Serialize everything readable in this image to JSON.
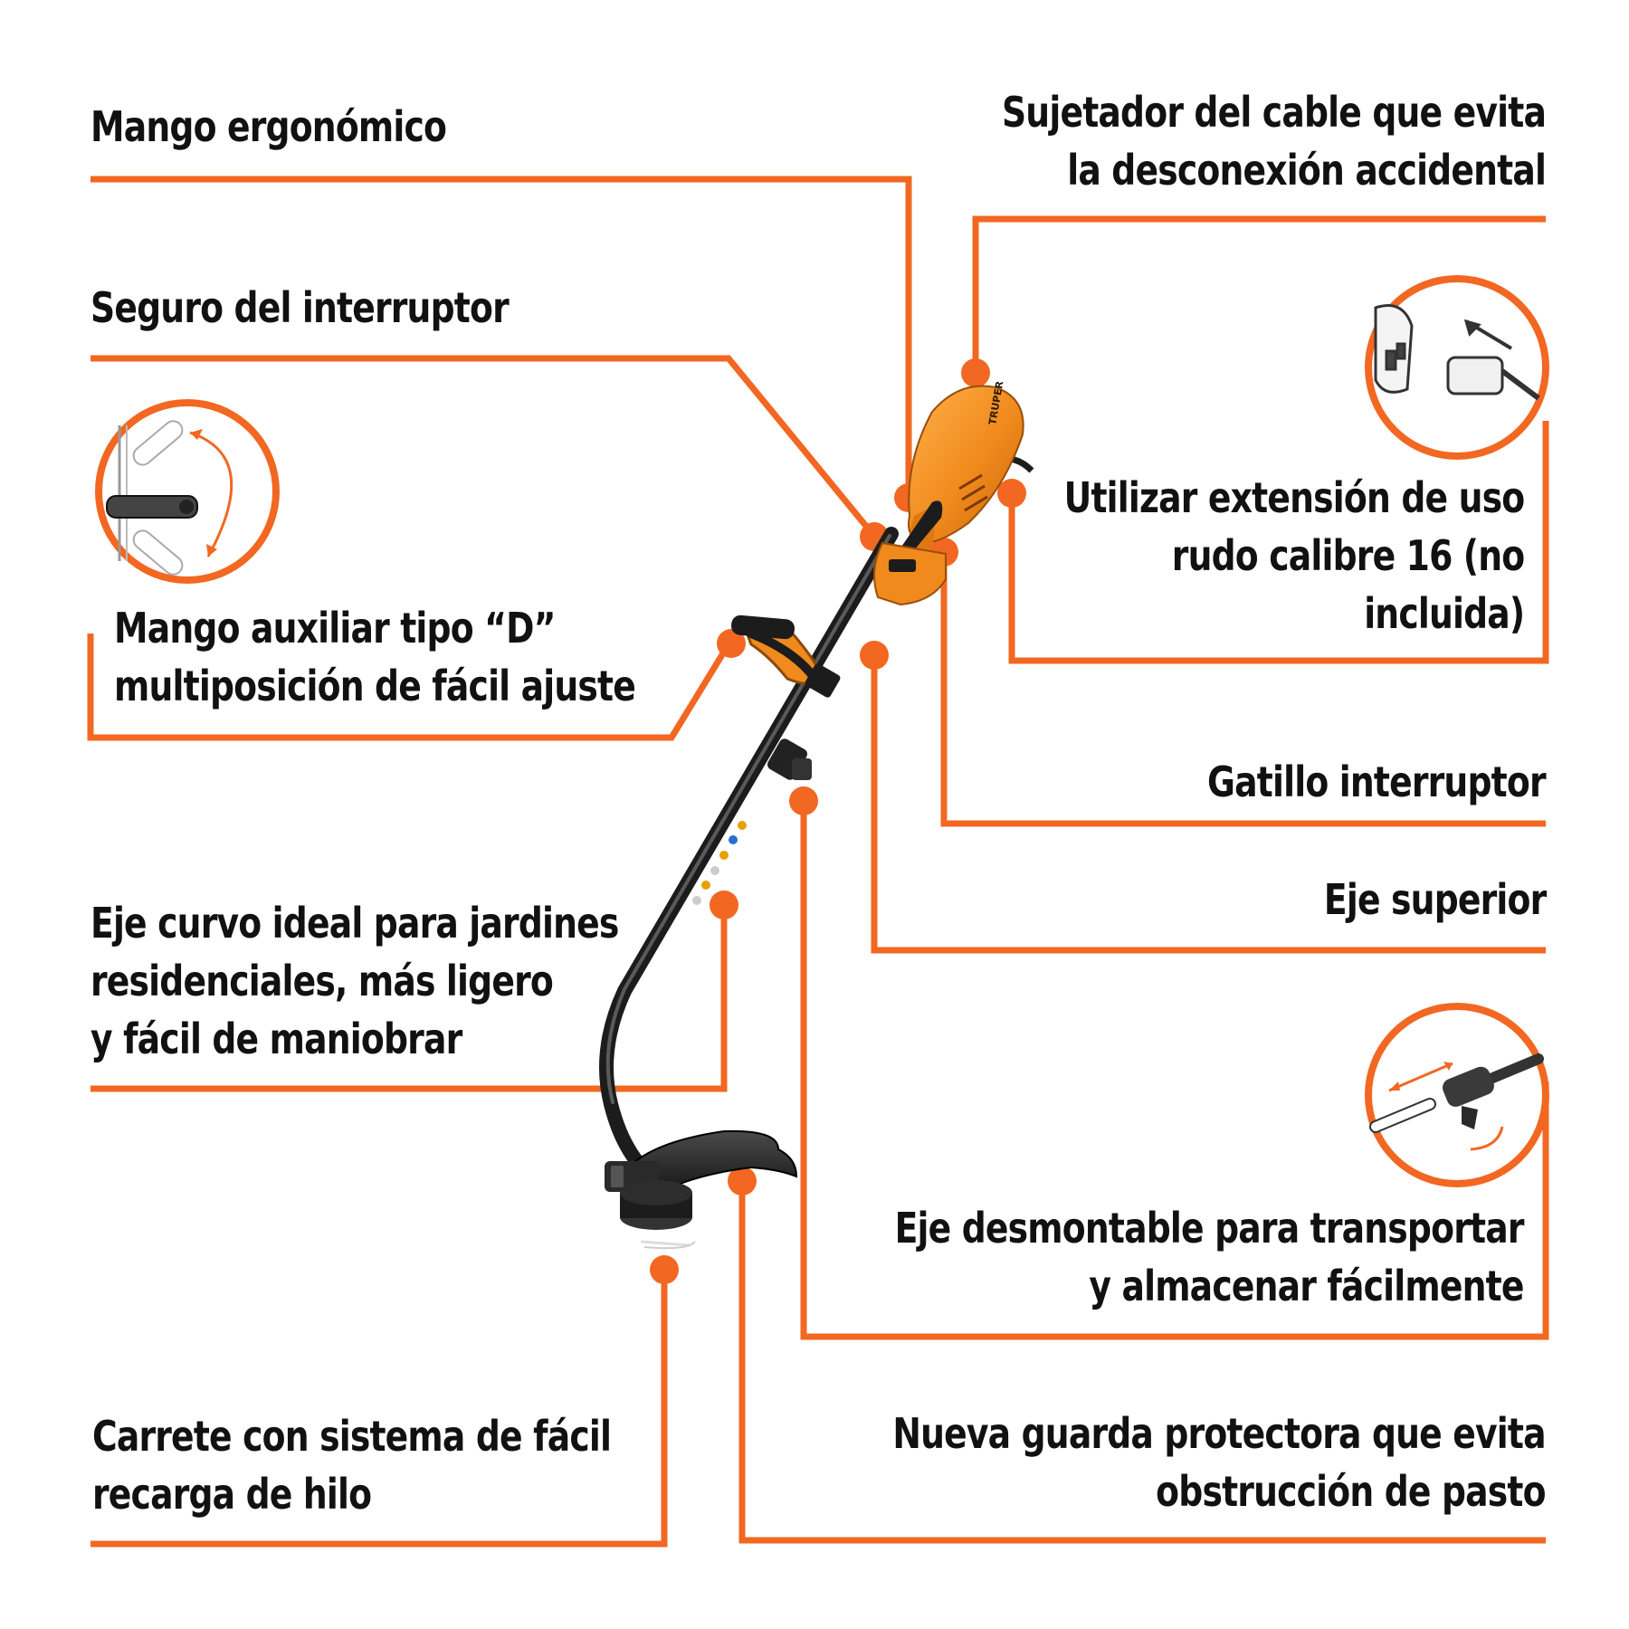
{
  "callouts": {
    "mango_ergonomico": [
      "Mango ergonómico"
    ],
    "seguro_interruptor": [
      "Seguro del interruptor"
    ],
    "mango_auxiliar": [
      "Mango auxiliar tipo “D”",
      "multiposición de fácil ajuste"
    ],
    "eje_curvo": [
      "Eje curvo ideal para jardines",
      "residenciales, más ligero",
      "y fácil de maniobrar"
    ],
    "carrete": [
      "Carrete con sistema de fácil",
      "recarga de hilo"
    ],
    "sujetador_cable": [
      "Sujetador del cable que evita",
      "la desconexión accidental"
    ],
    "extension": [
      "Utilizar extensión de uso",
      "rudo calibre 16 (no",
      "incluida)"
    ],
    "gatillo": [
      "Gatillo interruptor"
    ],
    "eje_superior": [
      "Eje superior"
    ],
    "eje_desmontable": [
      "Eje desmontable para transportar",
      "y almacenar fácilmente"
    ],
    "guarda": [
      "Nueva guarda protectora que evita",
      "obstrucción de pasto"
    ]
  },
  "brand": {
    "logo_text": "TRUPER"
  },
  "colors": {
    "accent": "#F26722",
    "tool_orange": "#F08A1C",
    "tool_black": "#1C1C1C",
    "text": "#111111"
  }
}
